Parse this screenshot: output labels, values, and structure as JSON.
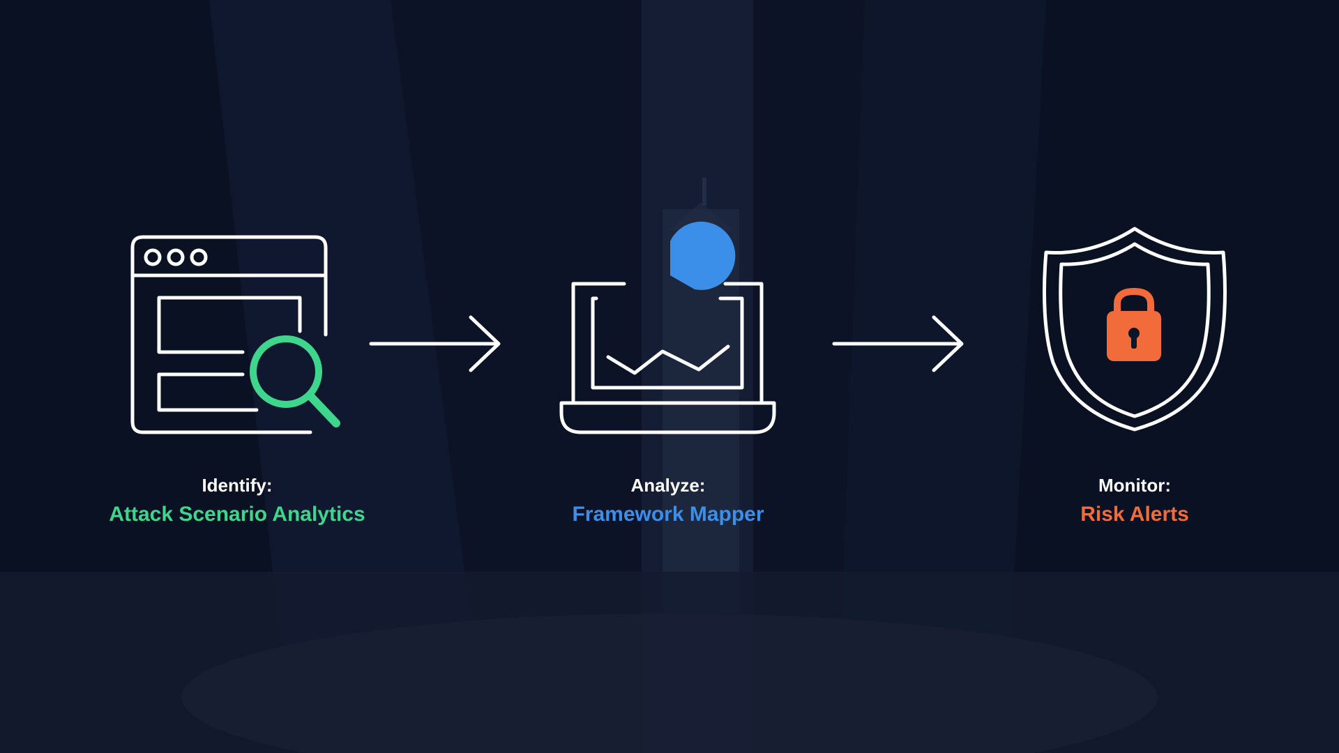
{
  "colors": {
    "identify_accent": "#3dd68c",
    "analyze_accent": "#3b8fe8",
    "monitor_accent": "#f26b3a",
    "line": "#ffffff",
    "background": "#0d1528"
  },
  "steps": [
    {
      "step_label": "Identify:",
      "name": "Attack Scenario Analytics",
      "icon": "browser-search-icon",
      "accent": "#3dd68c"
    },
    {
      "step_label": "Analyze:",
      "name": "Framework Mapper",
      "icon": "laptop-chart-icon",
      "accent": "#3b8fe8"
    },
    {
      "step_label": "Monitor:",
      "name": "Risk Alerts",
      "icon": "shield-lock-icon",
      "accent": "#f26b3a"
    }
  ],
  "connectors": [
    "arrow-right-icon",
    "arrow-right-icon"
  ]
}
